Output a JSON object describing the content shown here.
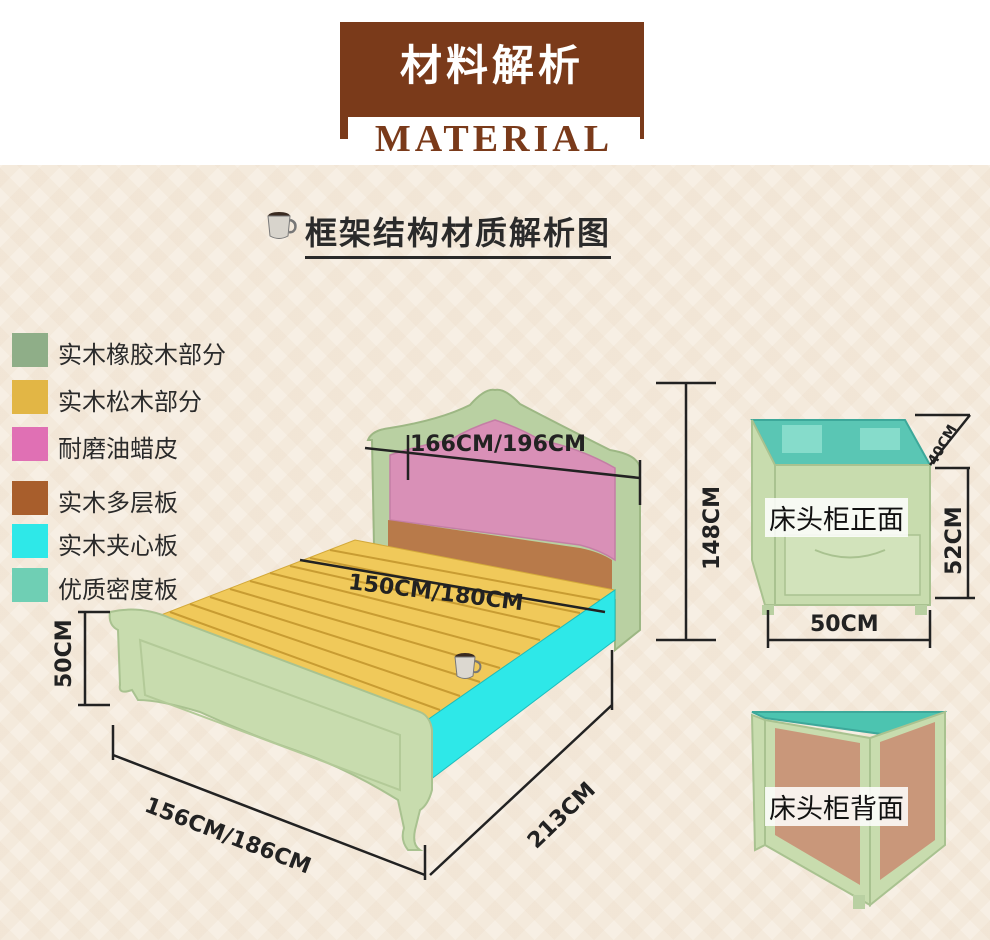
{
  "banner": {
    "title_cn": "材料解析",
    "title_en": "MATERIAL"
  },
  "subtitle": "框架结构材质解析图",
  "legend": [
    {
      "color": "#8fae88",
      "label": "实木橡胶木部分"
    },
    {
      "color": "#e2b645",
      "label": "实木松木部分"
    },
    {
      "color": "#e070b4",
      "label": "耐磨油蜡皮"
    },
    {
      "color": "#a85e2c",
      "label": "实木多层板"
    },
    {
      "color": "#2ee8e8",
      "label": "实木夹心板"
    },
    {
      "color": "#6fcfb4",
      "label": "优质密度板"
    }
  ],
  "dimensions": {
    "headboard_width": "166CM/196CM",
    "slat_width": "150CM/180CM",
    "total_height": "148CM",
    "side_height": "50CM",
    "bed_width": "156CM/186CM",
    "bed_length": "213CM",
    "cabinet_depth": "40CM",
    "cabinet_height": "52CM",
    "cabinet_width": "50CM"
  },
  "cabinet_labels": {
    "front": "床头柜正面",
    "back": "床头柜背面"
  }
}
